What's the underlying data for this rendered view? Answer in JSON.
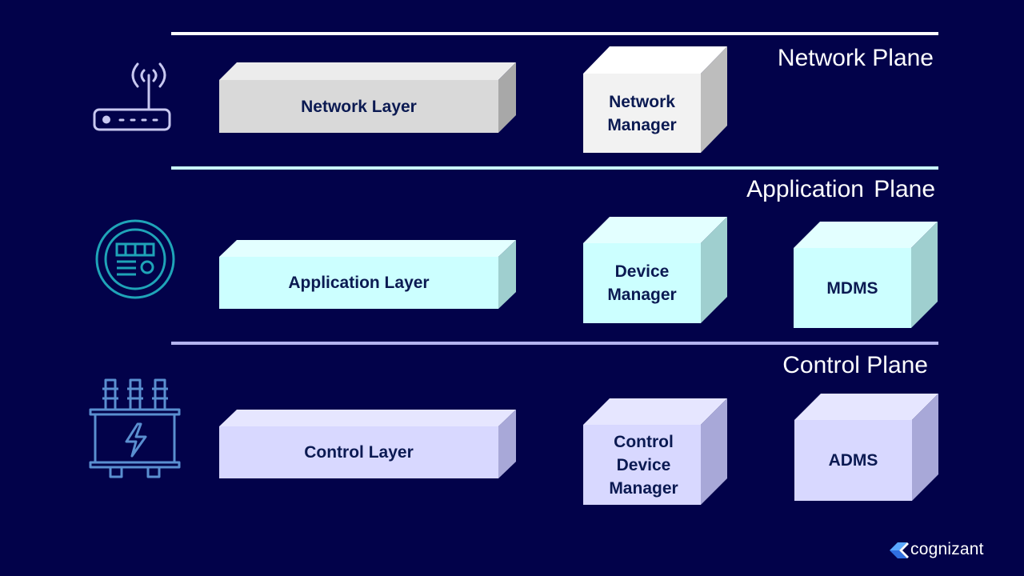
{
  "planes": [
    {
      "title": "Network Plane",
      "color": "#ffffff",
      "icon": "router-icon"
    },
    {
      "title": "Application Plane",
      "color": "#c9fbfb",
      "icon": "smart-meter-icon"
    },
    {
      "title": "Control Plane",
      "color": "#b4b4f0",
      "icon": "transformer-icon"
    }
  ],
  "boxes": {
    "network_layer": "Network Layer",
    "network_manager": "Network\nManager",
    "application_layer": "Application Layer",
    "device_manager": "Device\nManager",
    "mdms": "MDMS",
    "control_layer": "Control Layer",
    "control_device_manager": "Control\nDevice\nManager",
    "adms": "ADMS"
  },
  "colors": {
    "background": "#02024a",
    "network_front": "#d9d9d9",
    "network_manager_front": "#f2f2f2",
    "application_front": "#ccffff",
    "control_front": "#d8d8ff",
    "icon_stroke_router": "#c8c8f0",
    "icon_stroke_meter": "#1fa4b8",
    "icon_stroke_transformer": "#5a8fd0"
  },
  "logo": {
    "text": "cognizant",
    "icon": "cognizant-logo-icon"
  }
}
